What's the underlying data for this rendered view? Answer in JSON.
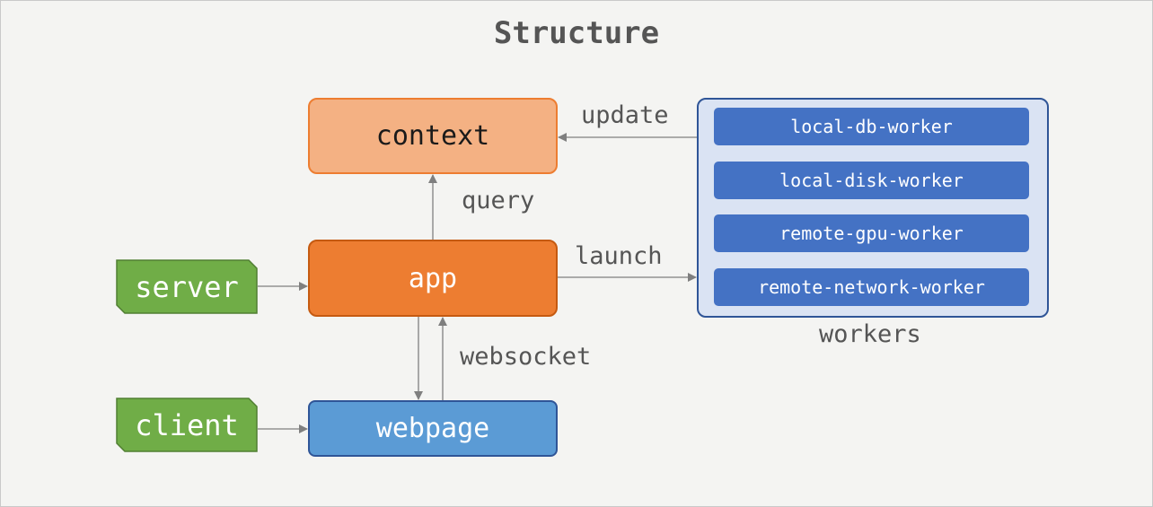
{
  "title": "Structure",
  "colors": {
    "background": "#f4f4f2",
    "context_fill": "#f4b183",
    "context_border": "#ed7d31",
    "app_fill": "#ed7d31",
    "app_border": "#c55a11",
    "webpage_fill": "#5b9bd5",
    "webpage_border": "#2f5597",
    "tag_fill": "#70ad47",
    "tag_border": "#507e32",
    "panel_fill": "#dae3f3",
    "panel_border": "#2f5597",
    "worker_fill": "#4472c4",
    "arrow": "#7f7f7f"
  },
  "nodes": {
    "context": "context",
    "app": "app",
    "webpage": "webpage",
    "server": "server",
    "client": "client"
  },
  "workers": {
    "label": "workers",
    "items": [
      "local-db-worker",
      "local-disk-worker",
      "remote-gpu-worker",
      "remote-network-worker"
    ]
  },
  "edges": {
    "update": "update",
    "query": "query",
    "launch": "launch",
    "websocket": "websocket"
  }
}
